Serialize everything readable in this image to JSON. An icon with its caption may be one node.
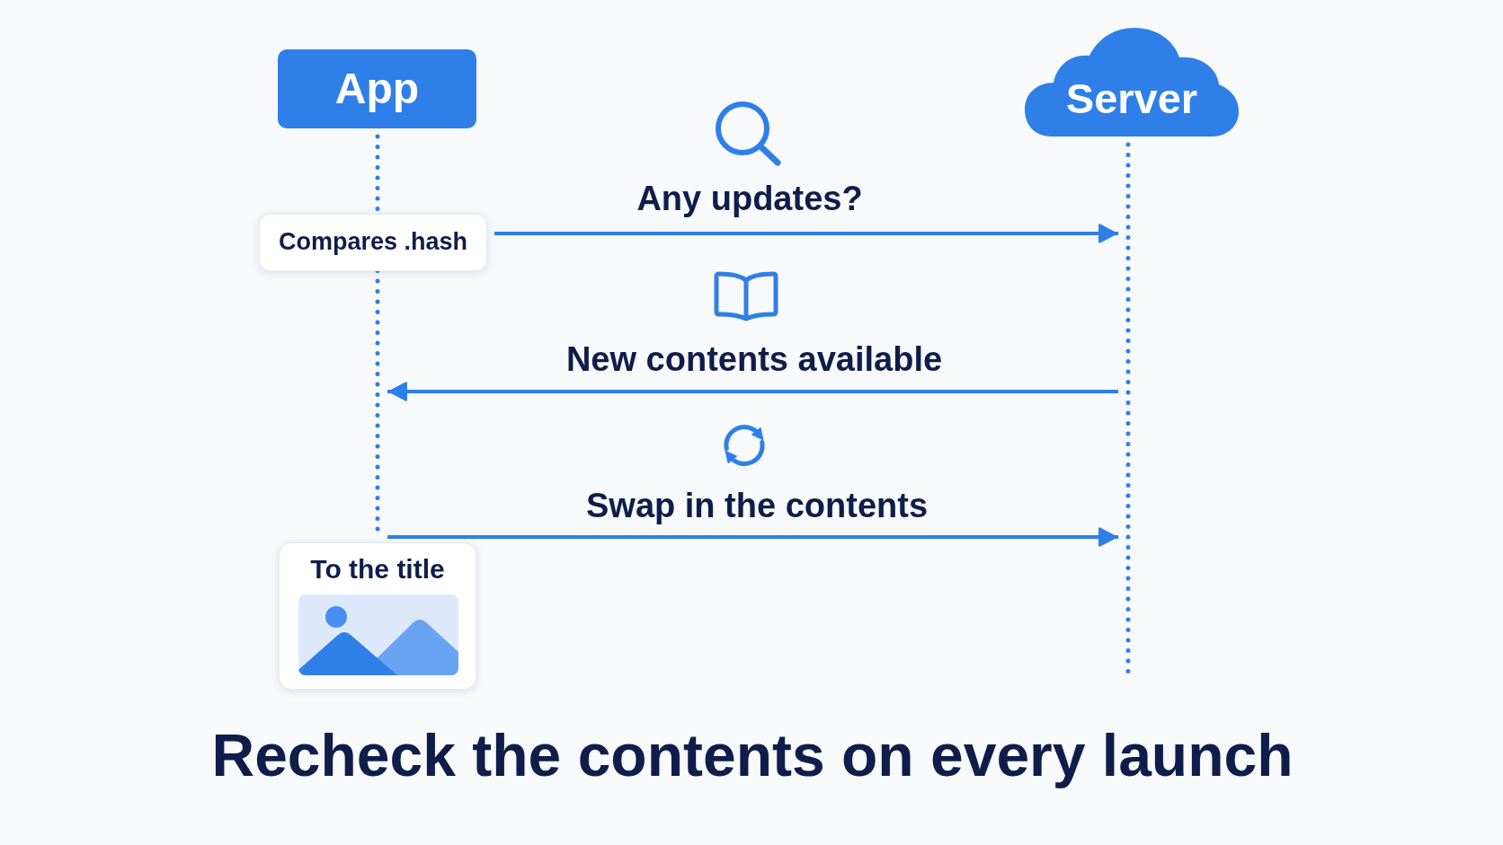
{
  "diagram": {
    "title": "Recheck the contents on every launch",
    "nodes": [
      {
        "text": [
          "App"
        ]
      },
      {
        "text": [
          "Server"
        ]
      },
      {
        "text": [],
        "shape": "line"
      },
      {
        "text": [],
        "shape": "line"
      },
      {
        "text": [
          "Compares .hash"
        ]
      },
      {
        "text": [
          "To the title"
        ]
      }
    ],
    "edges": [
      {
        "from": 4,
        "to": 3,
        "arrow": "to",
        "label": "Any updates?"
      },
      {
        "from": 3,
        "to": 2,
        "arrow": "to",
        "label": "New contents available"
      },
      {
        "from": 2,
        "to": 3,
        "arrow": "to",
        "label": "Swap in the contents"
      }
    ]
  }
}
